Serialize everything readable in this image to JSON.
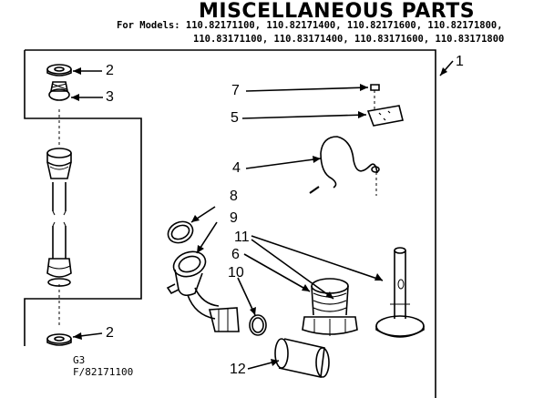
{
  "header": {
    "title": "MISCELLANEOUS PARTS",
    "models_prefix": "For Models:",
    "models_line1": "110.82171100, 110.82171400, 110.82171600, 110.82171800,",
    "models_line2": "110.83171100, 110.83171400, 110.83171600, 110.83171800"
  },
  "callouts": {
    "c1": "1",
    "c2a": "2",
    "c3": "3",
    "c2b": "2",
    "c7": "7",
    "c5": "5",
    "c4": "4",
    "c8": "8",
    "c9": "9",
    "c11": "11",
    "c6": "6",
    "c10": "10",
    "c12": "12"
  },
  "footer": {
    "code": "G3",
    "figure": "F/82171100"
  }
}
